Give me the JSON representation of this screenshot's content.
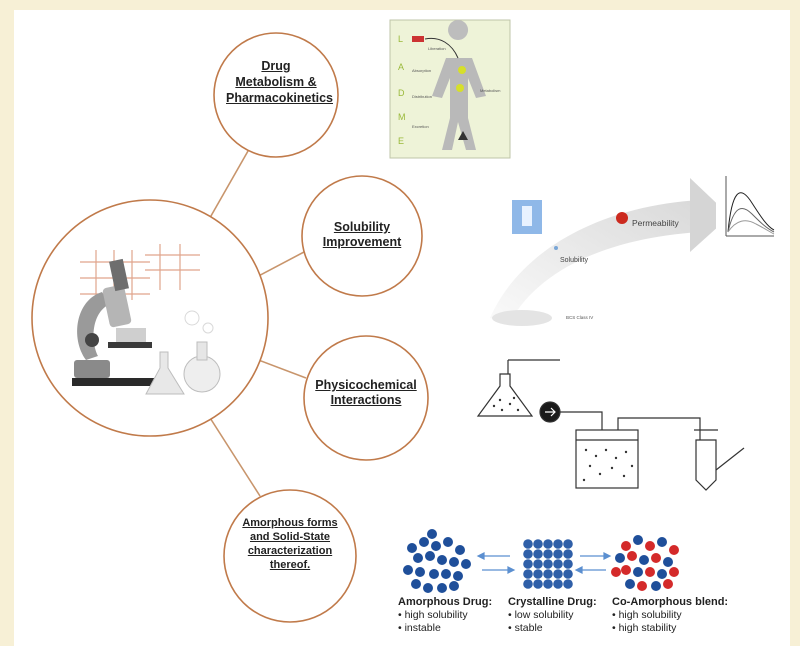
{
  "bubbles": {
    "metabolism": "Drug Metabolism & Pharmacokinetics",
    "solubility": "Solubility Improvement",
    "physicochemical": "Physicochemical Interactions",
    "amorphous": "Amorphous forms and Solid-State characterization thereof."
  },
  "ladme": {
    "letters": [
      "L",
      "A",
      "D",
      "M",
      "E"
    ],
    "labels": [
      "Liberation",
      "Absorption",
      "Distribution",
      "Metabolism",
      "Excretion"
    ]
  },
  "bcs": {
    "permeability": "Permeability",
    "solubility": "Solubility",
    "class_label": "BCS Class IV"
  },
  "forms": {
    "amorphous": {
      "title": "Amorphous Drug:",
      "lines": [
        "• high solubility",
        "• instable"
      ]
    },
    "crystalline": {
      "title": "Crystalline Drug:",
      "lines": [
        "• low solubility",
        "• stable"
      ]
    },
    "coamorphous": {
      "title": "Co-Amorphous blend:",
      "lines": [
        "• high solubility",
        "• high stability"
      ]
    }
  },
  "colors": {
    "connector": "#c8956c",
    "circle_stroke": "#c07a4a",
    "blue_dot": "#1f4f9a",
    "red_dot": "#d42a2a",
    "arrow_blue": "#5b8fd0"
  }
}
